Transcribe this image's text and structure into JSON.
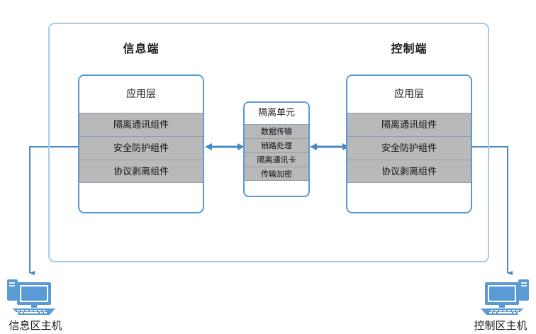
{
  "diagram": {
    "title_note": "",
    "colors": {
      "panel_border": "#5b9bd5",
      "outer_border": "#a9cbe8",
      "row_fill": "#b9b9b9",
      "row_divider": "#8f9fb0",
      "connector": "#4a87c4",
      "icon_blue": "#5b9bd5"
    },
    "left_section": {
      "title": "信息端",
      "header": "应用层",
      "rows": [
        "隔离通讯组件",
        "安全防护组件",
        "协议剥离组件"
      ]
    },
    "right_section": {
      "title": "控制端",
      "header": "应用层",
      "rows": [
        "隔离通讯组件",
        "安全防护组件",
        "协议剥离组件"
      ]
    },
    "center_unit": {
      "header": "隔离单元",
      "rows": [
        "数据传输",
        "销路处理",
        "隔离通讯卡",
        "传输加密"
      ]
    },
    "hosts": {
      "left": {
        "label": "信息区主机",
        "icon": "desktop-computer-icon"
      },
      "right": {
        "label": "控制区主机",
        "icon": "desktop-computer-icon"
      }
    },
    "connectors": {
      "left_to_unit": "bidirectional-arrow",
      "unit_to_right": "bidirectional-arrow",
      "left_panel_to_host": "down-arrow",
      "right_panel_to_host": "down-arrow"
    }
  }
}
